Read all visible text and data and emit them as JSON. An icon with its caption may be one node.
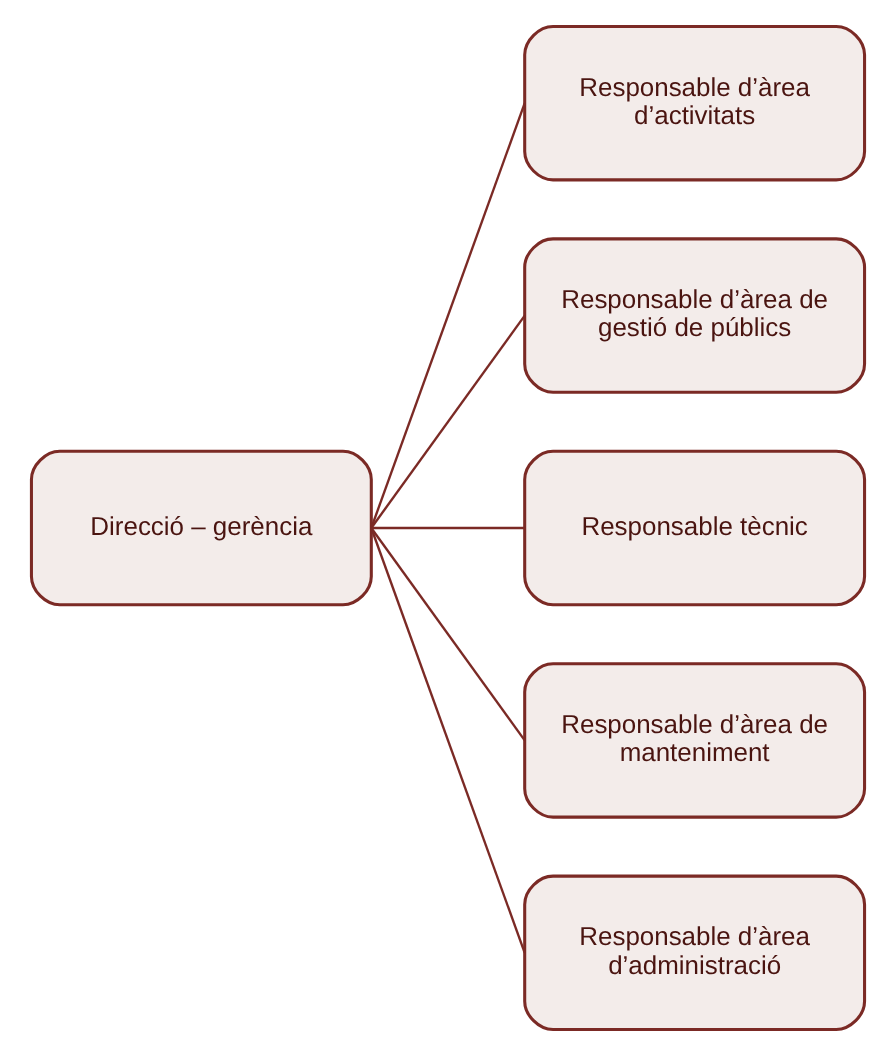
{
  "diagram": {
    "nodes": [
      {
        "text": [
          "Direcció – gerència"
        ]
      },
      {
        "text": [
          "Responsable d’àrea d’activitats"
        ]
      },
      {
        "text": [
          "Responsable d’àrea de gestió de públics"
        ]
      },
      {
        "text": [
          "Responsable tècnic"
        ]
      },
      {
        "text": [
          "Responsable d’àrea de manteniment"
        ]
      },
      {
        "text": [
          "Responsable d’àrea d’administració"
        ]
      }
    ],
    "edges": [
      {
        "from": 0,
        "to": 1,
        "arrow": "none"
      },
      {
        "from": 0,
        "to": 2,
        "arrow": "none"
      },
      {
        "from": 0,
        "to": 3,
        "arrow": "none"
      },
      {
        "from": 0,
        "to": 4,
        "arrow": "none"
      },
      {
        "from": 0,
        "to": 5,
        "arrow": "none"
      }
    ]
  }
}
